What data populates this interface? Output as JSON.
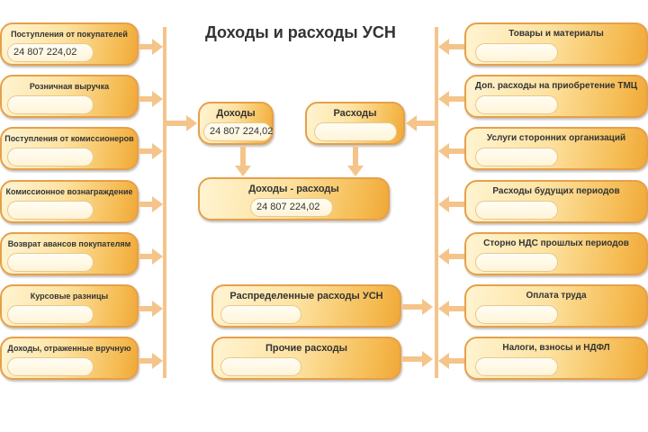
{
  "title": "Доходы и расходы УСН",
  "left_items": [
    {
      "label": "Поступления от покупателей",
      "value": "24 807 224,02"
    },
    {
      "label": "Розничная выручка",
      "value": ""
    },
    {
      "label": "Поступления от комиссионеров",
      "value": ""
    },
    {
      "label": "Комиссионное вознаграждение",
      "value": ""
    },
    {
      "label": "Возврат авансов покупателям",
      "value": ""
    },
    {
      "label": "Курсовые разницы",
      "value": ""
    },
    {
      "label": "Доходы, отраженные вручную",
      "value": ""
    }
  ],
  "right_items": [
    {
      "label": "Товары и материалы",
      "value": ""
    },
    {
      "label": "Доп. расходы на приобретение ТМЦ",
      "value": ""
    },
    {
      "label": "Услуги сторонних организаций",
      "value": ""
    },
    {
      "label": "Расходы будущих периодов",
      "value": ""
    },
    {
      "label": "Сторно НДС прошлых периодов",
      "value": ""
    },
    {
      "label": "Оплата труда",
      "value": ""
    },
    {
      "label": "Налоги, взносы и НДФЛ",
      "value": ""
    }
  ],
  "income": {
    "label": "Доходы",
    "value": "24 807 224,02"
  },
  "expenses": {
    "label": "Расходы",
    "value": ""
  },
  "difference": {
    "label": "Доходы - расходы",
    "value": "24 807 224,02"
  },
  "distributed": {
    "label": "Распределенные расходы УСН",
    "value": ""
  },
  "other": {
    "label": "Прочие расходы",
    "value": ""
  },
  "colors": {
    "arrow": "#f5c48a",
    "border": "#e6a04a",
    "fill": "#f5bb52"
  }
}
